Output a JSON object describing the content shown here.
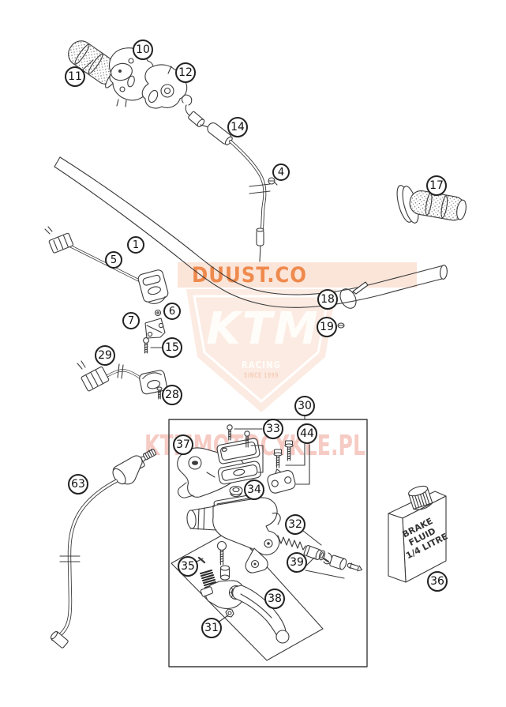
{
  "watermarks": {
    "banner_text": "DUUST.CO",
    "logo_text": "KTM",
    "logo_subtitle": "RACING",
    "logo_tagline": "SINCE 1999",
    "footer_text": "KTMMOTOCYKLE.PL"
  },
  "bottle_label": {
    "line1": "BRAKE",
    "line2": "FLUID",
    "line3": "1/4 LITRE"
  },
  "colors": {
    "line": "#3b3b3b",
    "banner_bg": "#fbe5d9",
    "banner_text": "#ef8a4e",
    "shield_bg": "#fcebe2",
    "footer_pink": "#f6cbc4"
  },
  "callouts": [
    {
      "label": "10"
    },
    {
      "label": "11"
    },
    {
      "label": "12"
    },
    {
      "label": "14"
    },
    {
      "label": "4"
    },
    {
      "label": "17"
    },
    {
      "label": "1"
    },
    {
      "label": "5"
    },
    {
      "label": "18"
    },
    {
      "label": "19"
    },
    {
      "label": "6"
    },
    {
      "label": "7"
    },
    {
      "label": "15"
    },
    {
      "label": "29"
    },
    {
      "label": "28"
    },
    {
      "label": "30"
    },
    {
      "label": "33"
    },
    {
      "label": "44"
    },
    {
      "label": "37"
    },
    {
      "label": "34"
    },
    {
      "label": "63"
    },
    {
      "label": "32"
    },
    {
      "label": "39"
    },
    {
      "label": "35"
    },
    {
      "label": "38"
    },
    {
      "label": "31"
    },
    {
      "label": "36"
    }
  ]
}
